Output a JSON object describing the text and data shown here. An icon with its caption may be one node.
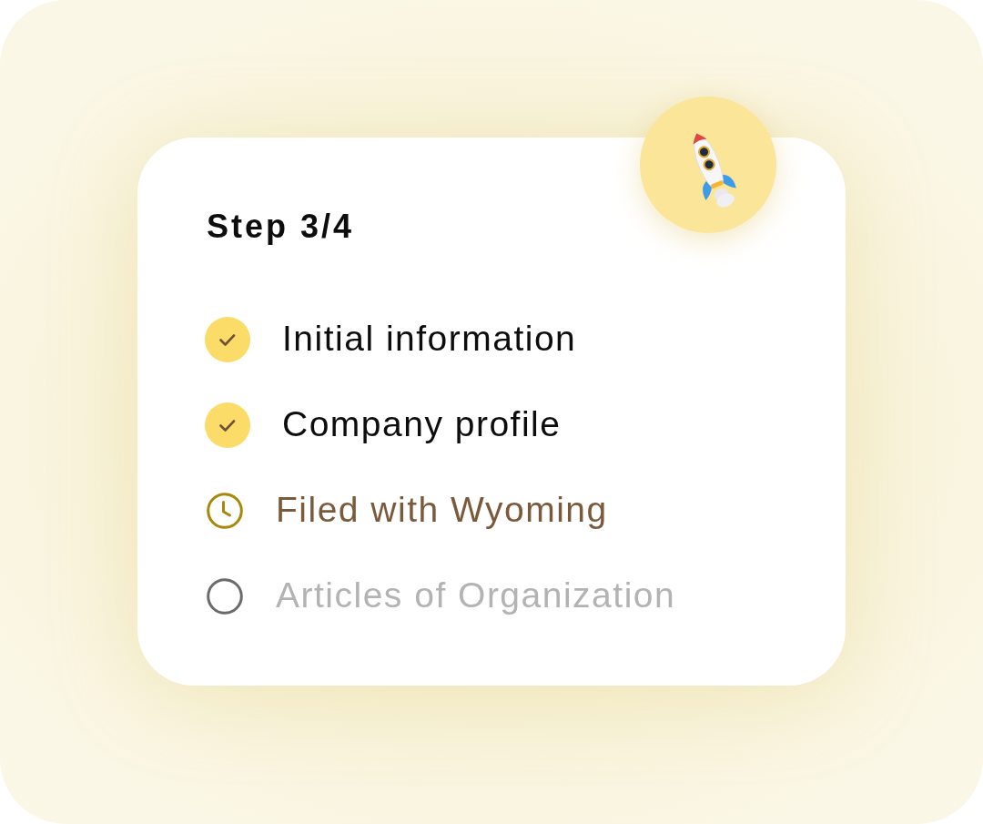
{
  "diagram": {
    "nodes": [
      {
        "text": [
          "Step 3/4",
          "Initial information",
          "Company profile",
          "Filed with Wyoming",
          "Articles of Organization"
        ]
      }
    ]
  }
}
